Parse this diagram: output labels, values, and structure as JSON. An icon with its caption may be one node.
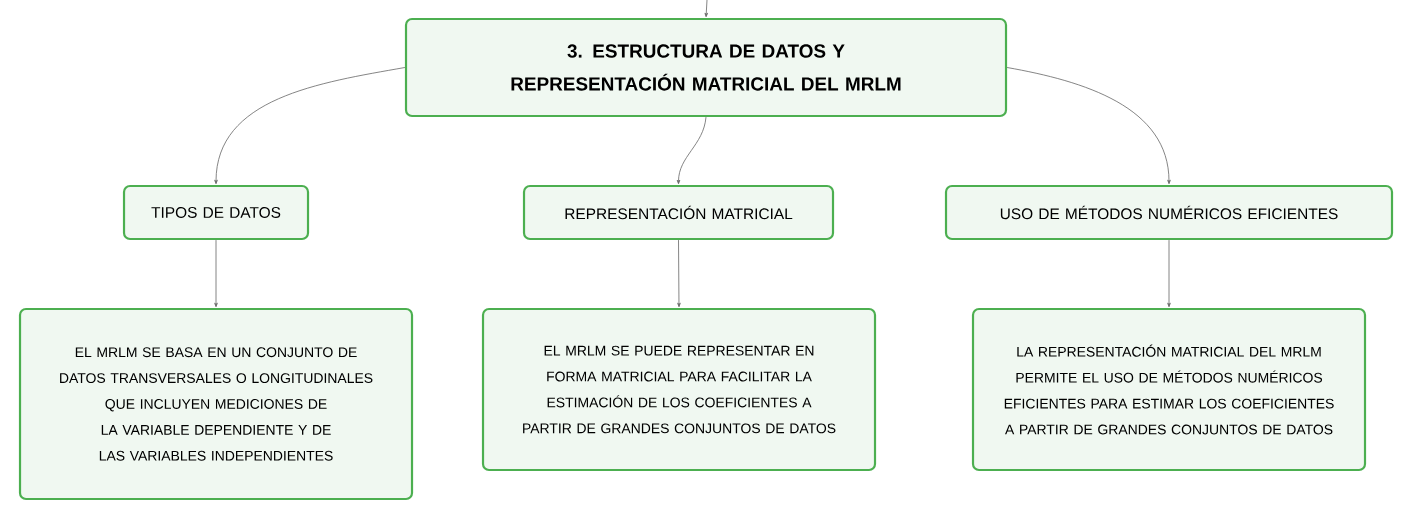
{
  "diagram": {
    "nodes": [
      {
        "text": [
          "3. ESTRUCTURA DE DATOS Y REPRESENTACIÓN MATRICIAL DEL MRLM"
        ]
      },
      {
        "text": [
          "TIPOS DE DATOS"
        ]
      },
      {
        "text": [
          "REPRESENTACIÓN MATRICIAL"
        ]
      },
      {
        "text": [
          "USO DE MÉTODOS NUMÉRICOS EFICIENTES"
        ]
      },
      {
        "text": [
          "EL MRLM SE BASA EN UN CONJUNTO DE DATOS TRANSVERSALES O LONGITUDINALES QUE INCLUYEN MEDICIONES DE LA VARIABLE DEPENDIENTE Y DE LAS VARIABLES INDEPENDIENTES"
        ]
      },
      {
        "text": [
          "EL MRLM SE PUEDE REPRESENTAR EN FORMA MATRICIAL PARA FACILITAR LA ESTIMACIÓN DE LOS COEFICIENTES A PARTIR DE GRANDES CONJUNTOS DE DATOS"
        ]
      },
      {
        "text": [
          "LA REPRESENTACIÓN MATRICIAL DEL MRLM PERMITE EL USO DE MÉTODOS NUMÉRICOS EFICIENTES PARA ESTIMAR LOS COEFICIENTES A PARTIR DE GRANDES CONJUNTOS DE DATOS"
        ]
      }
    ],
    "edges": [
      {
        "from": null,
        "to": 0,
        "arrow": "to"
      },
      {
        "from": 0,
        "to": 1,
        "arrow": "to"
      },
      {
        "from": 0,
        "to": 2,
        "arrow": "to"
      },
      {
        "from": 0,
        "to": 3,
        "arrow": "to"
      },
      {
        "from": 1,
        "to": 4,
        "arrow": "to"
      },
      {
        "from": 2,
        "to": 5,
        "arrow": "to"
      },
      {
        "from": 3,
        "to": 6,
        "arrow": "to"
      }
    ]
  }
}
